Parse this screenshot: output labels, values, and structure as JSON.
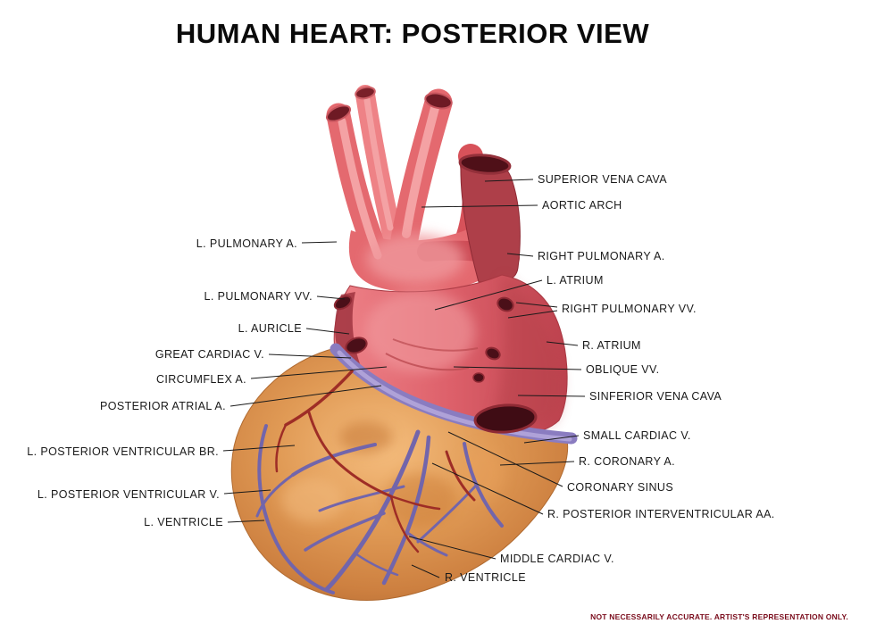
{
  "title": "HUMAN HEART: POSTERIOR VIEW",
  "disclaimer": "NOT NECESSARILY ACCURATE. ARTIST'S REPRESENTATION ONLY.",
  "labels_left": [
    "L. PULMONARY A.",
    "L. PULMONARY VV.",
    "L. AURICLE",
    "GREAT CARDIAC V.",
    "CIRCUMFLEX A.",
    "POSTERIOR ATRIAL A.",
    "L. POSTERIOR VENTRICULAR BR.",
    "L. POSTERIOR VENTRICULAR V.",
    "L. VENTRICLE"
  ],
  "labels_right": [
    "SUPERIOR VENA CAVA",
    "AORTIC ARCH",
    "RIGHT PULMONARY A.",
    "L. ATRIUM",
    "RIGHT PULMONARY VV.",
    "R. ATRIUM",
    "OBLIQUE VV.",
    "SINFERIOR VENA CAVA",
    "SMALL CARDIAC V.",
    "R. CORONARY A.",
    "CORONARY SINUS",
    "R. POSTERIOR INTERVENTRICULAR AA.",
    "MIDDLE CARDIAC V.",
    "R. VENTRICLE"
  ],
  "colors": {
    "background": "#ffffff",
    "vessel_pink": "#e4696f",
    "vessel_highlight": "#f4a2a4",
    "atrium_red": "#d95a62",
    "dark_vessel_red": "#ae3f49",
    "opening_dark": "#4a0f18",
    "ventricle_orange": "#dd9352",
    "vein_purple": "#7265ab",
    "coronary_sinus_purple": "#8a7cc0",
    "artery_dark_red": "#9e2d26",
    "label_text": "#1a1a1a",
    "disclaimer_red": "#7a0c1c"
  }
}
